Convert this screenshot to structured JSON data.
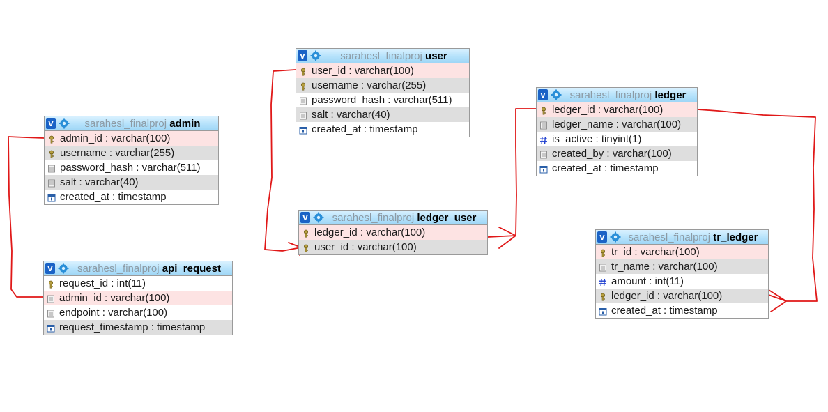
{
  "tables": {
    "admin": {
      "db": "sarahesl_finalproj",
      "name": "admin",
      "columns": [
        {
          "text": "admin_id : varchar(100)",
          "icon": "key-icon",
          "style": "pk"
        },
        {
          "text": "username : varchar(255)",
          "icon": "key-icon",
          "style": "alt"
        },
        {
          "text": "password_hash : varchar(511)",
          "icon": "column-icon",
          "style": ""
        },
        {
          "text": "salt : varchar(40)",
          "icon": "column-icon",
          "style": "alt"
        },
        {
          "text": "created_at : timestamp",
          "icon": "timestamp-icon",
          "style": ""
        }
      ]
    },
    "api_request": {
      "db": "sarahesl_finalproj",
      "name": "api_request",
      "columns": [
        {
          "text": "request_id : int(11)",
          "icon": "key-icon",
          "style": ""
        },
        {
          "text": "admin_id : varchar(100)",
          "icon": "column-icon",
          "style": "pk"
        },
        {
          "text": "endpoint : varchar(100)",
          "icon": "column-icon",
          "style": ""
        },
        {
          "text": "request_timestamp : timestamp",
          "icon": "timestamp-icon",
          "style": "alt"
        }
      ]
    },
    "user": {
      "db": "sarahesl_finalproj",
      "name": "user",
      "columns": [
        {
          "text": "user_id : varchar(100)",
          "icon": "key-icon",
          "style": "pk"
        },
        {
          "text": "username : varchar(255)",
          "icon": "key-icon",
          "style": "alt"
        },
        {
          "text": "password_hash : varchar(511)",
          "icon": "column-icon",
          "style": ""
        },
        {
          "text": "salt : varchar(40)",
          "icon": "column-icon",
          "style": "alt"
        },
        {
          "text": "created_at : timestamp",
          "icon": "timestamp-icon",
          "style": ""
        }
      ]
    },
    "ledger_user": {
      "db": "sarahesl_finalproj",
      "name": "ledger_user",
      "columns": [
        {
          "text": "ledger_id : varchar(100)",
          "icon": "key-icon",
          "style": "pk"
        },
        {
          "text": "user_id : varchar(100)",
          "icon": "key-icon",
          "style": "alt"
        }
      ]
    },
    "ledger": {
      "db": "sarahesl_finalproj",
      "name": "ledger",
      "columns": [
        {
          "text": "ledger_id : varchar(100)",
          "icon": "key-icon",
          "style": "pk"
        },
        {
          "text": "ledger_name : varchar(100)",
          "icon": "column-icon",
          "style": "alt"
        },
        {
          "text": "is_active : tinyint(1)",
          "icon": "numeric-icon",
          "style": ""
        },
        {
          "text": "created_by : varchar(100)",
          "icon": "column-icon",
          "style": "alt"
        },
        {
          "text": "created_at : timestamp",
          "icon": "timestamp-icon",
          "style": ""
        }
      ]
    },
    "tr_ledger": {
      "db": "sarahesl_finalproj",
      "name": "tr_ledger",
      "columns": [
        {
          "text": "tr_id : varchar(100)",
          "icon": "key-icon",
          "style": "pk"
        },
        {
          "text": "tr_name : varchar(100)",
          "icon": "column-icon",
          "style": "alt"
        },
        {
          "text": "amount : int(11)",
          "icon": "numeric-icon",
          "style": ""
        },
        {
          "text": "ledger_id : varchar(100)",
          "icon": "key-icon",
          "style": "alt"
        },
        {
          "text": "created_at : timestamp",
          "icon": "timestamp-icon",
          "style": ""
        }
      ]
    }
  },
  "relations": [
    {
      "from": "admin.admin_id",
      "to": "api_request.admin_id"
    },
    {
      "from": "user.user_id",
      "to": "ledger_user.user_id"
    },
    {
      "from": "ledger.ledger_id",
      "to": "ledger_user.ledger_id"
    },
    {
      "from": "ledger.ledger_id",
      "to": "tr_ledger.ledger_id"
    }
  ],
  "colors": {
    "relation_line": "#e01818",
    "header_gradient_top": "#d9f1ff",
    "header_gradient_bottom": "#9ed6f6",
    "primary_key_row": "#fde3e3",
    "alternate_row": "#dedede",
    "db_name_text": "#8c9aa4",
    "v_button": "#1b63c6"
  }
}
